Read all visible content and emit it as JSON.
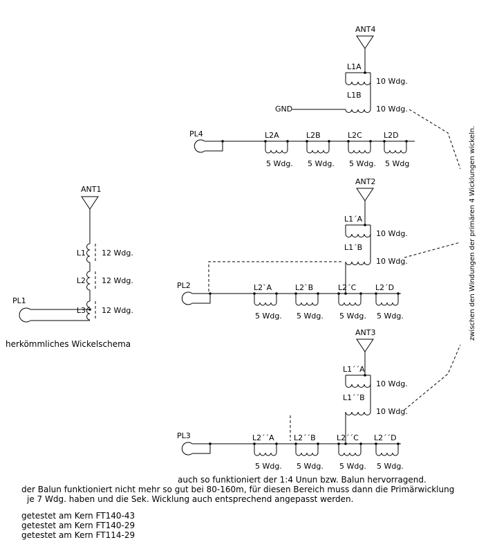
{
  "left_circuit": {
    "ant": "ANT1",
    "pl": "PL1",
    "coils": [
      {
        "name": "L1",
        "turns": "12 Wdg."
      },
      {
        "name": "L2",
        "turns": "12 Wdg."
      },
      {
        "name": "L3",
        "turns": "12 Wdg."
      }
    ],
    "caption": "herkömmliches Wickelschema"
  },
  "circuits": [
    {
      "ant": "ANT4",
      "gnd": "GND",
      "pl": "PL4",
      "primary": [
        {
          "name": "L1A",
          "turns": "10 Wdg."
        },
        {
          "name": "L1B",
          "turns": "10 Wdg."
        }
      ],
      "secondary": [
        {
          "name": "L2A",
          "turns": "5 Wdg."
        },
        {
          "name": "L2B",
          "turns": "5 Wdg."
        },
        {
          "name": "L2C",
          "turns": "5 Wdg."
        },
        {
          "name": "L2D",
          "turns": "5 Wdg"
        }
      ]
    },
    {
      "ant": "ANT2",
      "pl": "PL2",
      "primary": [
        {
          "name": "L1´A",
          "turns": "10 Wdg."
        },
        {
          "name": "L1´B",
          "turns": "10 Wdg."
        }
      ],
      "secondary": [
        {
          "name": "L2`A",
          "turns": "5 Wdg."
        },
        {
          "name": "L2`B",
          "turns": "5 Wdg."
        },
        {
          "name": "L2´C",
          "turns": "5 Wdg."
        },
        {
          "name": "L2´D",
          "turns": "5 Wdg."
        }
      ]
    },
    {
      "ant": "ANT3",
      "pl": "PL3",
      "primary": [
        {
          "name": "L1´´A",
          "turns": "10 Wdg."
        },
        {
          "name": "L1´´B",
          "turns": "10 Wdg."
        }
      ],
      "secondary": [
        {
          "name": "L2´´A",
          "turns": "5 Wdg."
        },
        {
          "name": "L2´´B",
          "turns": "5 Wdg."
        },
        {
          "name": "L2´´C",
          "turns": "5 Wdg."
        },
        {
          "name": "L2´´D",
          "turns": "5 Wdg."
        }
      ]
    }
  ],
  "side_note": "zwischen den Windungen der primären 4 Wicklungen wickeln.",
  "notes": [
    "auch so funktioniert der 1:4 Unun bzw. Balun hervorragend.",
    "der Balun funktioniert nicht mehr so gut bei 80-160m, für diesen Bereich muss dann die Primärwicklung",
    "je 7 Wdg. haben und die Sek. Wicklung auch entsprechend angepasst werden."
  ],
  "tests": [
    "getestet am Kern FT140-43",
    "getestet am Kern FT140-29",
    "getestet am Kern FT114-29"
  ]
}
